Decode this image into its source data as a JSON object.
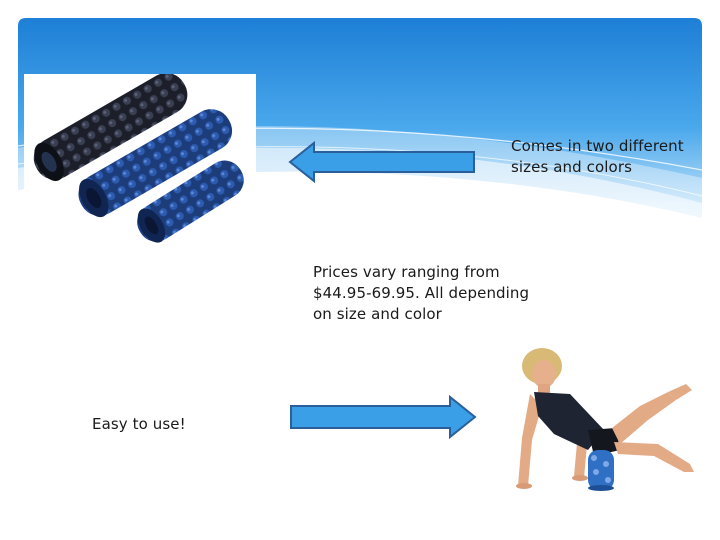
{
  "slide": {
    "sizes_text": "Comes in two different sizes and colors",
    "prices_text": "Prices vary ranging from $44.95-69.95. All depending on size and color",
    "easy_text": "Easy to use!"
  },
  "colors": {
    "banner_blue": "#2f8fd8",
    "arrow_fill": "#3a9fe6",
    "arrow_stroke": "#2a5f9c"
  },
  "icons": {
    "left_arrow": "left-arrow-icon",
    "right_arrow": "right-arrow-icon"
  }
}
